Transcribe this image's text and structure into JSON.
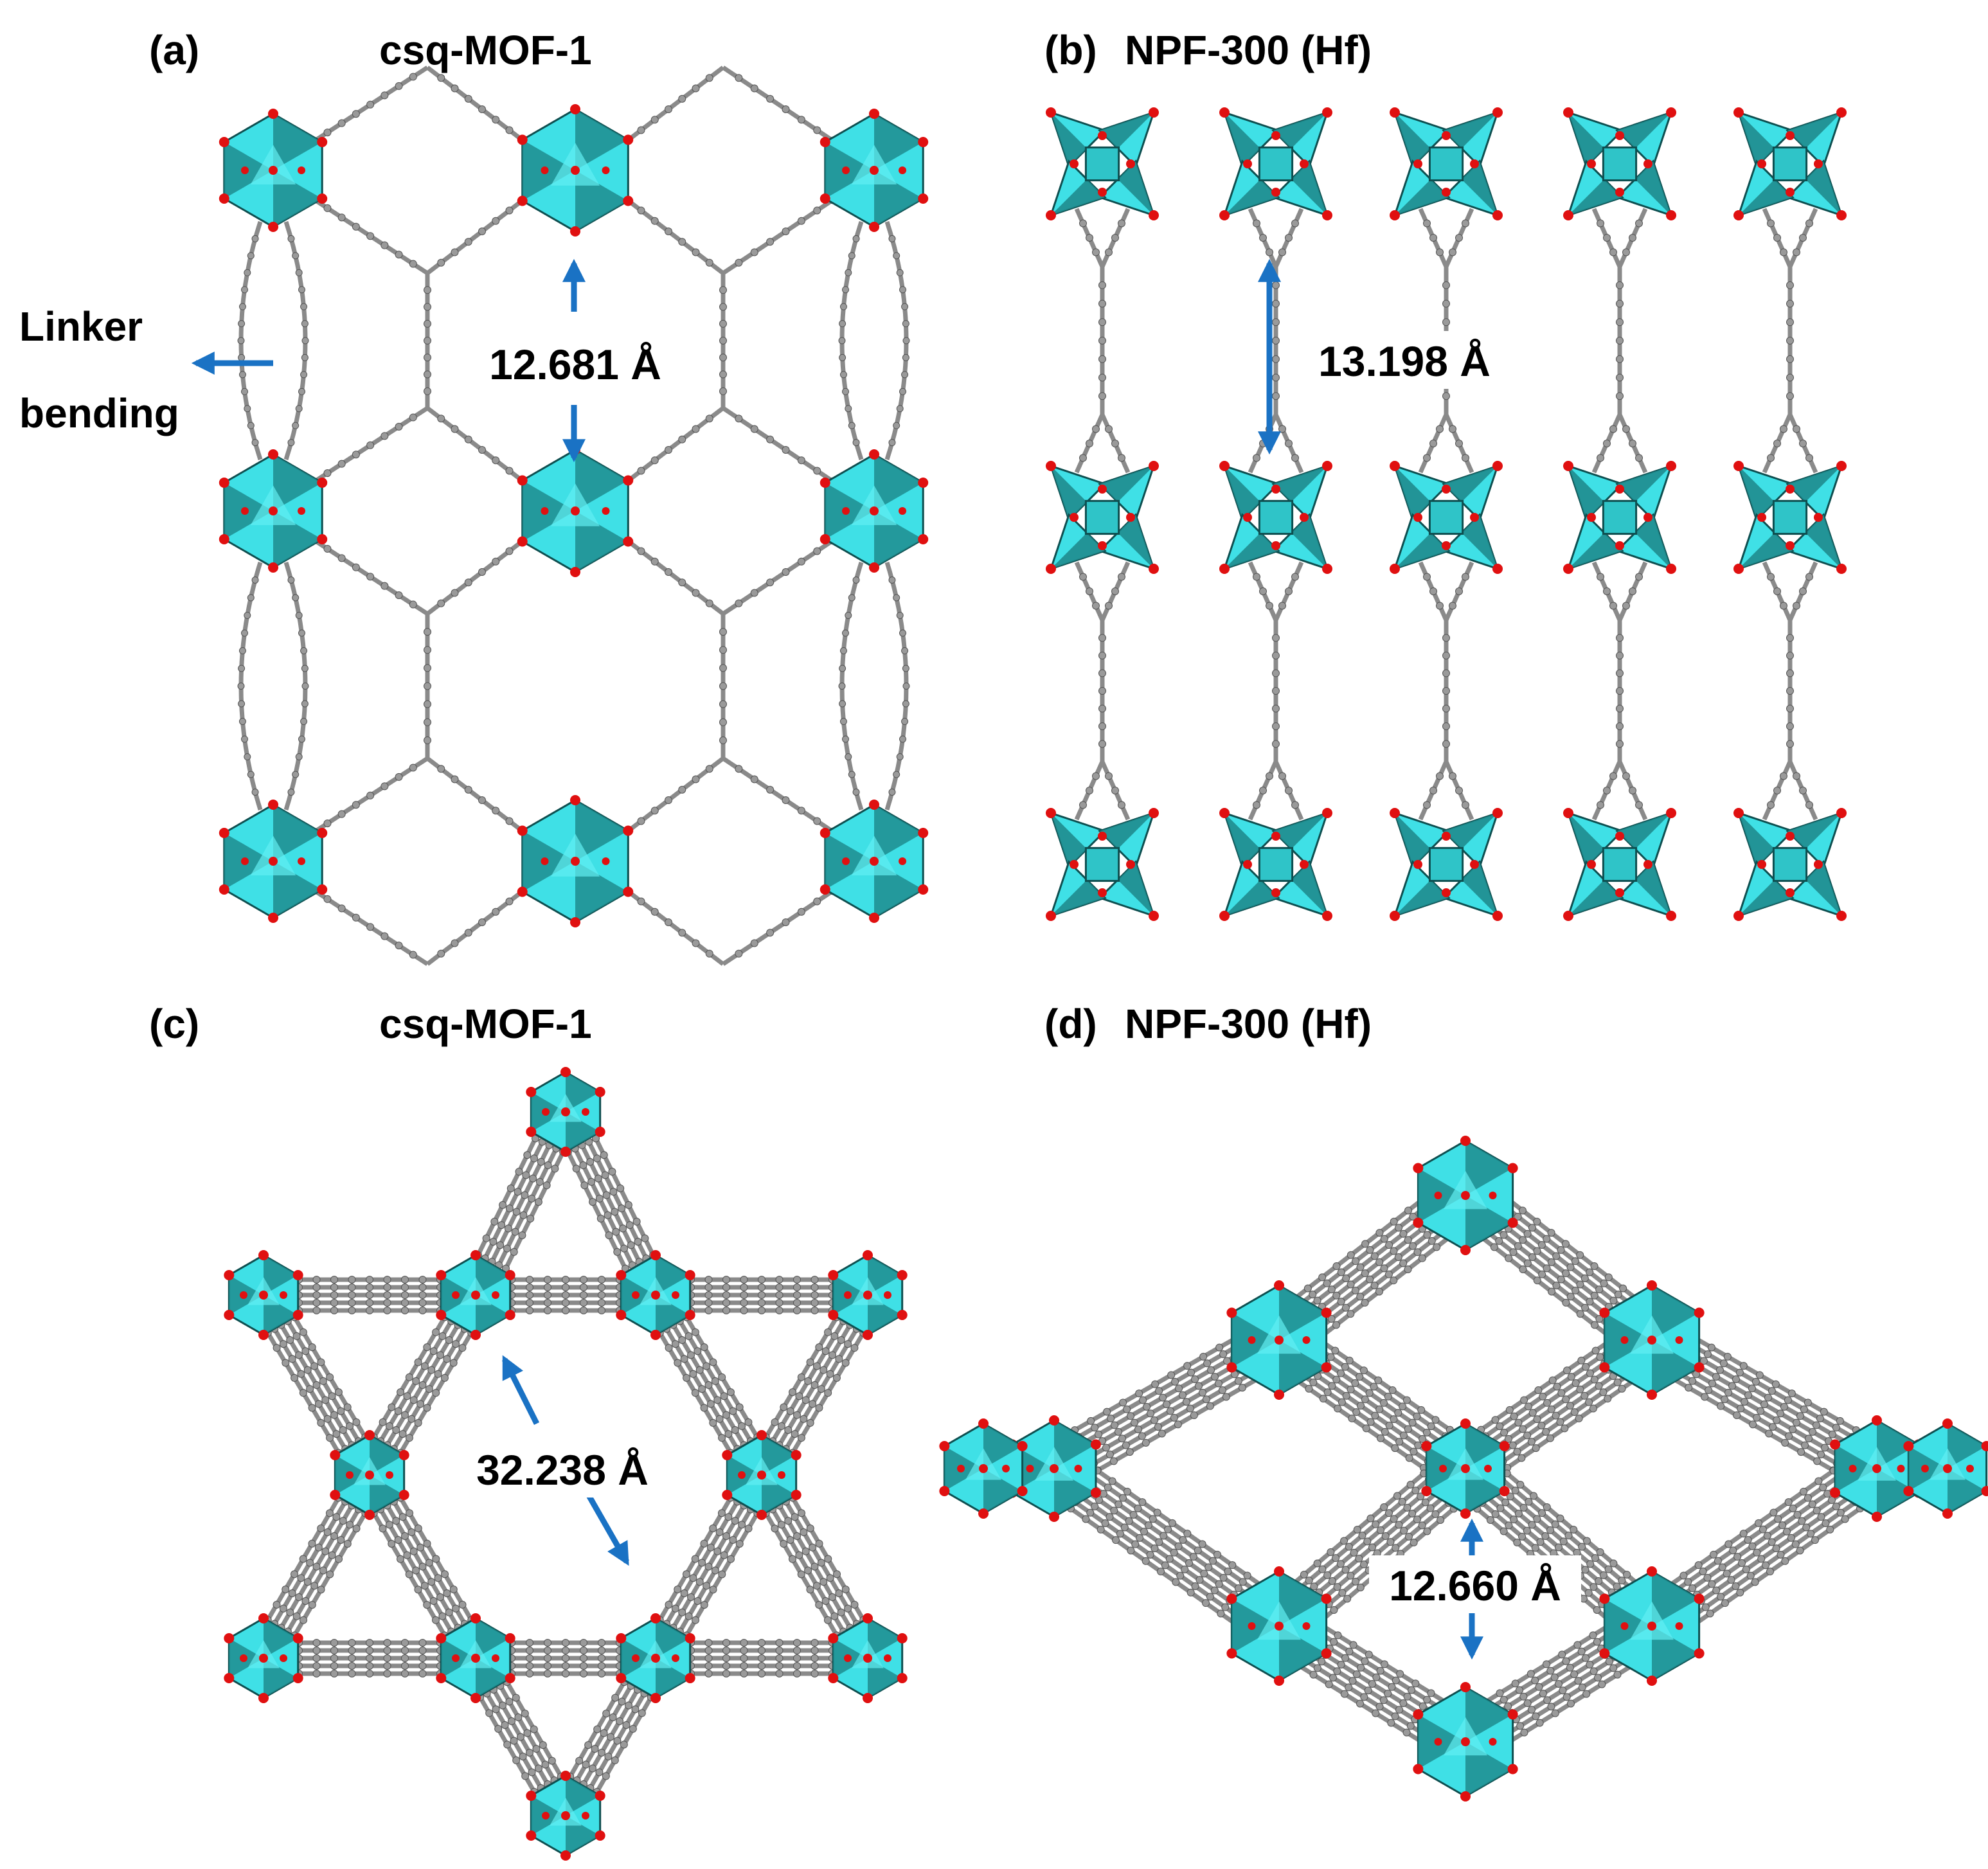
{
  "panels": {
    "a": {
      "letter": "(a)",
      "title": "csq-MOF-1",
      "distance": "12.681 Å",
      "note_line1": "Linker",
      "note_line2": "bending"
    },
    "b": {
      "letter": "(b)",
      "title": "NPF-300 (Hf)",
      "distance": "13.198 Å"
    },
    "c": {
      "letter": "(c)",
      "title": "csq-MOF-1",
      "distance": "32.238 Å"
    },
    "d": {
      "letter": "(d)",
      "title": "NPF-300 (Hf)",
      "distance": "12.660 Å"
    }
  },
  "colors": {
    "polyhedron_light": "#3fe0e6",
    "polyhedron_dark": "#1f8c8e",
    "oxygen": "#e01010",
    "linker": "#8a8a8a",
    "arrow": "#1a72c4"
  }
}
